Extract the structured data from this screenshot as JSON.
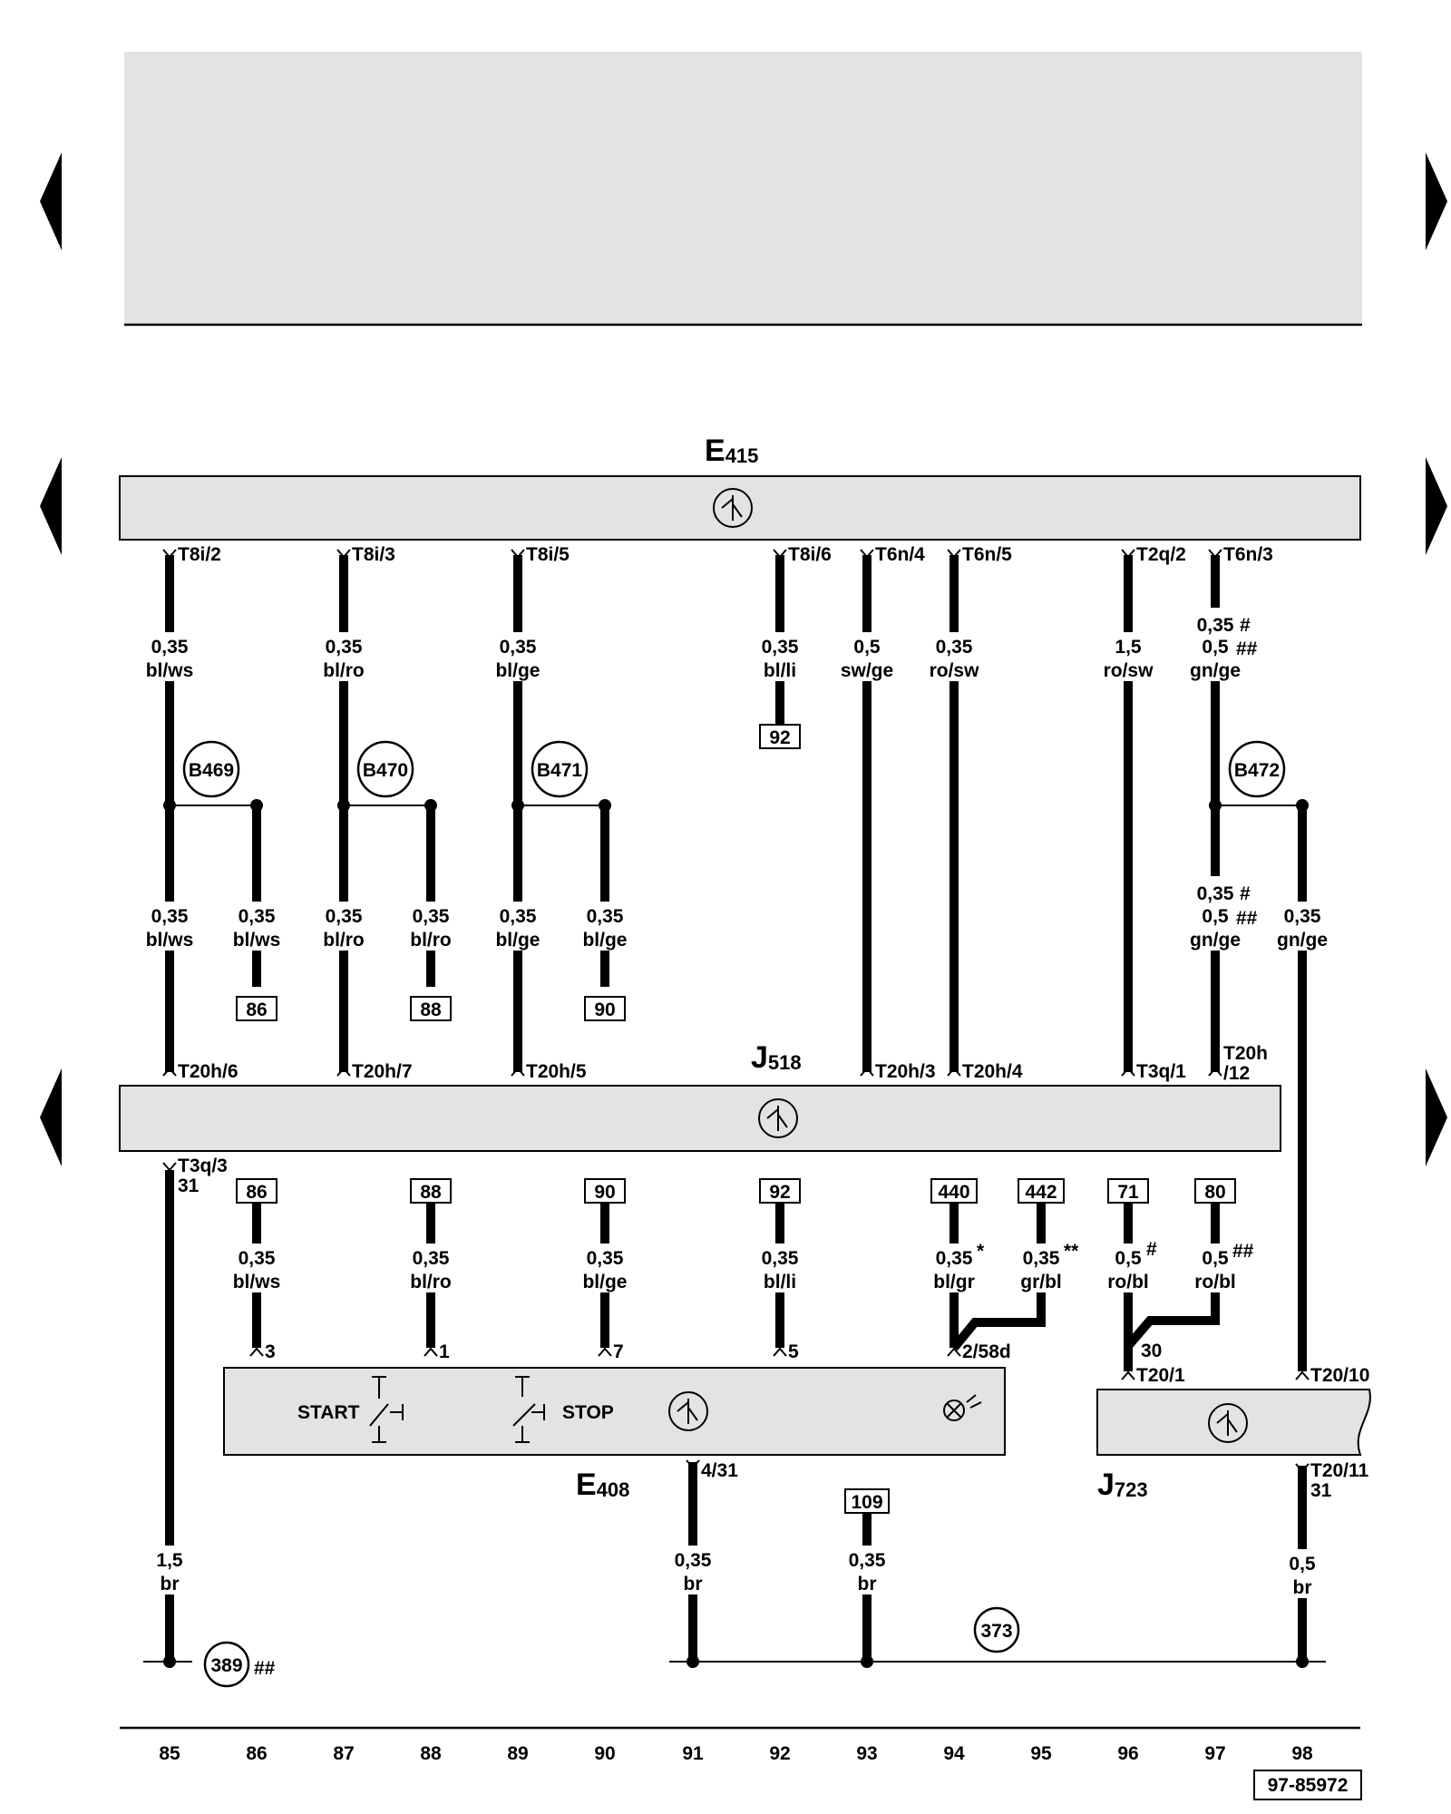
{
  "components": {
    "e415": {
      "letter": "E",
      "sub": "415"
    },
    "j518": {
      "letter": "J",
      "sub": "518"
    },
    "e408": {
      "letter": "E",
      "sub": "408",
      "start": "START",
      "stop": "STOP"
    },
    "j723": {
      "letter": "J",
      "sub": "723"
    }
  },
  "pins_e415": [
    "T8i/2",
    "T8i/3",
    "T8i/5",
    "T8i/6",
    "T6n/4",
    "T6n/5",
    "T2q/2",
    "T6n/3"
  ],
  "pins_j518_top": [
    "T20h/6",
    "T20h/7",
    "T20h/5",
    "T20h/3",
    "T20h/4",
    "T3q/1",
    "T20h",
    "/12"
  ],
  "wires_top": [
    {
      "size": "0,35",
      "color": "bl/ws"
    },
    {
      "size": "0,35",
      "color": "bl/ro"
    },
    {
      "size": "0,35",
      "color": "bl/ge"
    },
    {
      "size": "0,35",
      "color": "bl/li"
    },
    {
      "size": "0,5",
      "color": "sw/ge"
    },
    {
      "size": "0,35",
      "color": "ro/sw"
    },
    {
      "size": "1,5",
      "color": "ro/sw"
    },
    {
      "size": "0,35",
      "size2": "0,5",
      "color": "gn/ge",
      "m1": "#",
      "m2": "##"
    }
  ],
  "connectors": [
    "B469",
    "B470",
    "B471",
    "B472"
  ],
  "wires_mid": [
    {
      "size": "0,35",
      "color": "bl/ws"
    },
    {
      "size": "0,35",
      "color": "bl/ws"
    },
    {
      "size": "0,35",
      "color": "bl/ro"
    },
    {
      "size": "0,35",
      "color": "bl/ro"
    },
    {
      "size": "0,35",
      "color": "bl/ge"
    },
    {
      "size": "0,35",
      "color": "bl/ge"
    },
    {
      "size": "0,35",
      "size2": "0,5",
      "color": "gn/ge",
      "m1": "#",
      "m2": "##"
    },
    {
      "size": "0,35",
      "color": "gn/ge"
    }
  ],
  "refs_top": [
    "92",
    "86",
    "88",
    "90"
  ],
  "j518_bottom": {
    "pin": "T3q/3",
    "pin2": "31"
  },
  "refs_bottom": [
    "86",
    "88",
    "90",
    "92",
    "440",
    "442",
    "71",
    "80"
  ],
  "wires_low": [
    {
      "size": "0,35",
      "color": "bl/ws"
    },
    {
      "size": "0,35",
      "color": "bl/ro"
    },
    {
      "size": "0,35",
      "color": "bl/ge"
    },
    {
      "size": "0,35",
      "color": "bl/li"
    },
    {
      "size": "0,35",
      "color": "bl/gr",
      "mark": "*"
    },
    {
      "size": "0,35",
      "color": "gr/bl",
      "mark": "**"
    },
    {
      "size": "0,5",
      "color": "ro/bl",
      "mark": "#"
    },
    {
      "size": "0,5",
      "color": "ro/bl",
      "mark": "##"
    }
  ],
  "e408_pins": [
    "3",
    "1",
    "7",
    "5",
    "2/58d",
    "4/31"
  ],
  "j723_pins": [
    "30",
    "T20/1",
    "T20/10",
    "T20/11",
    "31"
  ],
  "wires_bottom": [
    {
      "size": "1,5",
      "color": "br"
    },
    {
      "size": "0,35",
      "color": "br"
    },
    {
      "size": "0,35",
      "color": "br"
    },
    {
      "size": "0,5",
      "color": "br"
    }
  ],
  "ref_109": "109",
  "ground_points": [
    "389",
    "373"
  ],
  "ground_mark": "##",
  "track_numbers": [
    "85",
    "86",
    "87",
    "88",
    "89",
    "90",
    "91",
    "92",
    "93",
    "94",
    "95",
    "96",
    "97",
    "98"
  ],
  "doc_id": "97-85972"
}
